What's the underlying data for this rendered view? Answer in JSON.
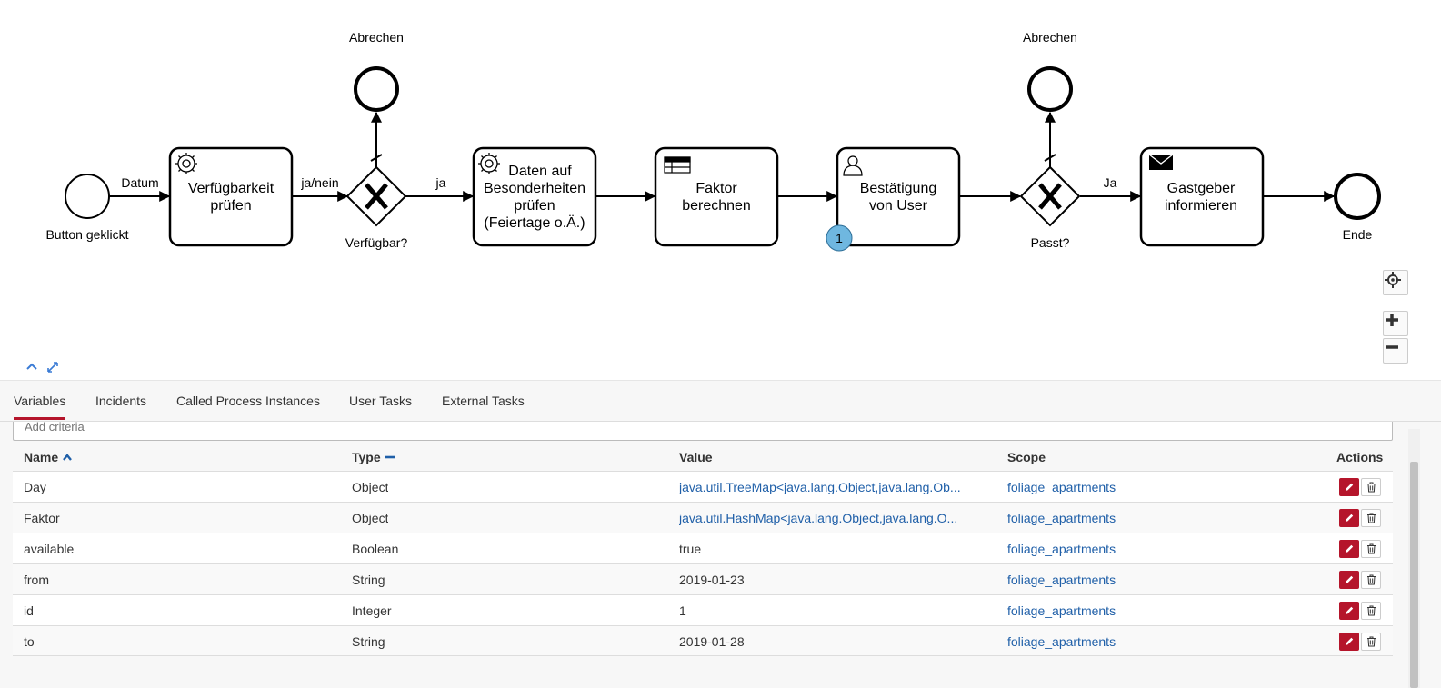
{
  "diagram": {
    "start_event": {
      "label": "Button geklickt"
    },
    "flows": {
      "datum": "Datum",
      "ja_nein": "ja/nein",
      "ja": "ja",
      "ja2": "Ja"
    },
    "task_verfuegbarkeit": {
      "line1": "Verfügbarkeit",
      "line2": "prüfen"
    },
    "gateway1": {
      "label": "Verfügbar?"
    },
    "end_abbrechen1": {
      "label": "Abrechen"
    },
    "task_daten": {
      "line1": "Daten auf",
      "line2": "Besonderheiten",
      "line3": "prüfen",
      "line4": "(Feiertage o.Ä.)"
    },
    "task_faktor": {
      "line1": "Faktor",
      "line2": "berechnen"
    },
    "task_bestaetigung": {
      "line1": "Bestätigung",
      "line2": "von User",
      "badge": "1"
    },
    "gateway2": {
      "label": "Passt?"
    },
    "end_abbrechen2": {
      "label": "Abrechen"
    },
    "task_gastgeber": {
      "line1": "Gastgeber",
      "line2": "informieren"
    },
    "end_event": {
      "label": "Ende"
    }
  },
  "tabs": [
    {
      "label": "Variables",
      "active": true
    },
    {
      "label": "Incidents"
    },
    {
      "label": "Called Process Instances"
    },
    {
      "label": "User Tasks"
    },
    {
      "label": "External Tasks"
    }
  ],
  "filter": {
    "placeholder": "Add criteria"
  },
  "table": {
    "headers": {
      "name": "Name",
      "type": "Type",
      "value": "Value",
      "scope": "Scope",
      "actions": "Actions"
    },
    "rows": [
      {
        "name": "Day",
        "type": "Object",
        "value": "java.util.TreeMap<java.lang.Object,java.lang.Ob...",
        "value_link": true,
        "scope": "foliage_apartments"
      },
      {
        "name": "Faktor",
        "type": "Object",
        "value": "java.util.HashMap<java.lang.Object,java.lang.O...",
        "value_link": true,
        "scope": "foliage_apartments"
      },
      {
        "name": "available",
        "type": "Boolean",
        "value": "true",
        "value_link": false,
        "scope": "foliage_apartments"
      },
      {
        "name": "from",
        "type": "String",
        "value": "2019-01-23",
        "value_link": false,
        "scope": "foliage_apartments"
      },
      {
        "name": "id",
        "type": "Integer",
        "value": "1",
        "value_link": false,
        "scope": "foliage_apartments"
      },
      {
        "name": "to",
        "type": "String",
        "value": "2019-01-28",
        "value_link": false,
        "scope": "foliage_apartments"
      }
    ]
  },
  "colors": {
    "accent": "#b5152b",
    "link": "#1f5fa8",
    "badge": "#6fb7e0"
  }
}
